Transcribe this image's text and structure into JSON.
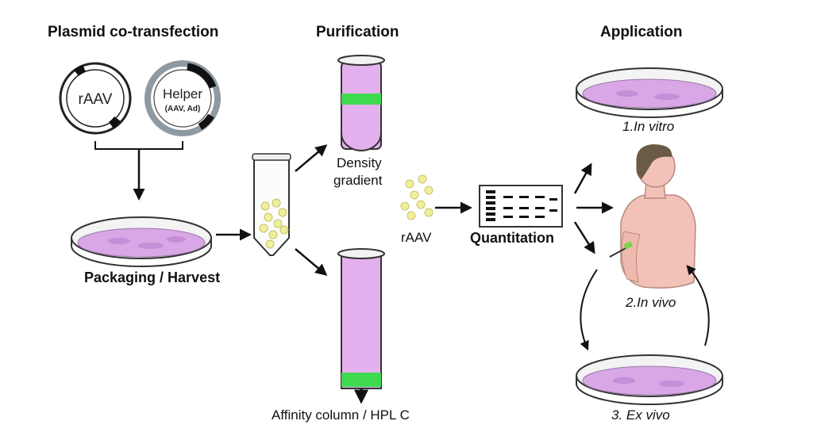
{
  "sections": {
    "transfection": "Plasmid co-transfection",
    "purification": "Purification",
    "application": "Application"
  },
  "plasmids": {
    "raav": "rAAV",
    "helper": "Helper",
    "helper_sub": "(AAV, Ad)"
  },
  "steps": {
    "packaging": "Packaging / Harvest",
    "density": "Density",
    "gradient": "gradient",
    "virus": "rAAV",
    "quantitation": "Quantitation",
    "affinity": "Affinity column / HPL C"
  },
  "applications": {
    "in_vitro": "1.In vitro",
    "in_vivo": "2.In vivo",
    "ex_vivo": "3. Ex vivo"
  },
  "colors": {
    "medium": "#d9a6e6",
    "band": "#3fd94f",
    "particle": "#f0ef9a",
    "skin": "#f2c2b8",
    "hair": "#6b5a44"
  }
}
